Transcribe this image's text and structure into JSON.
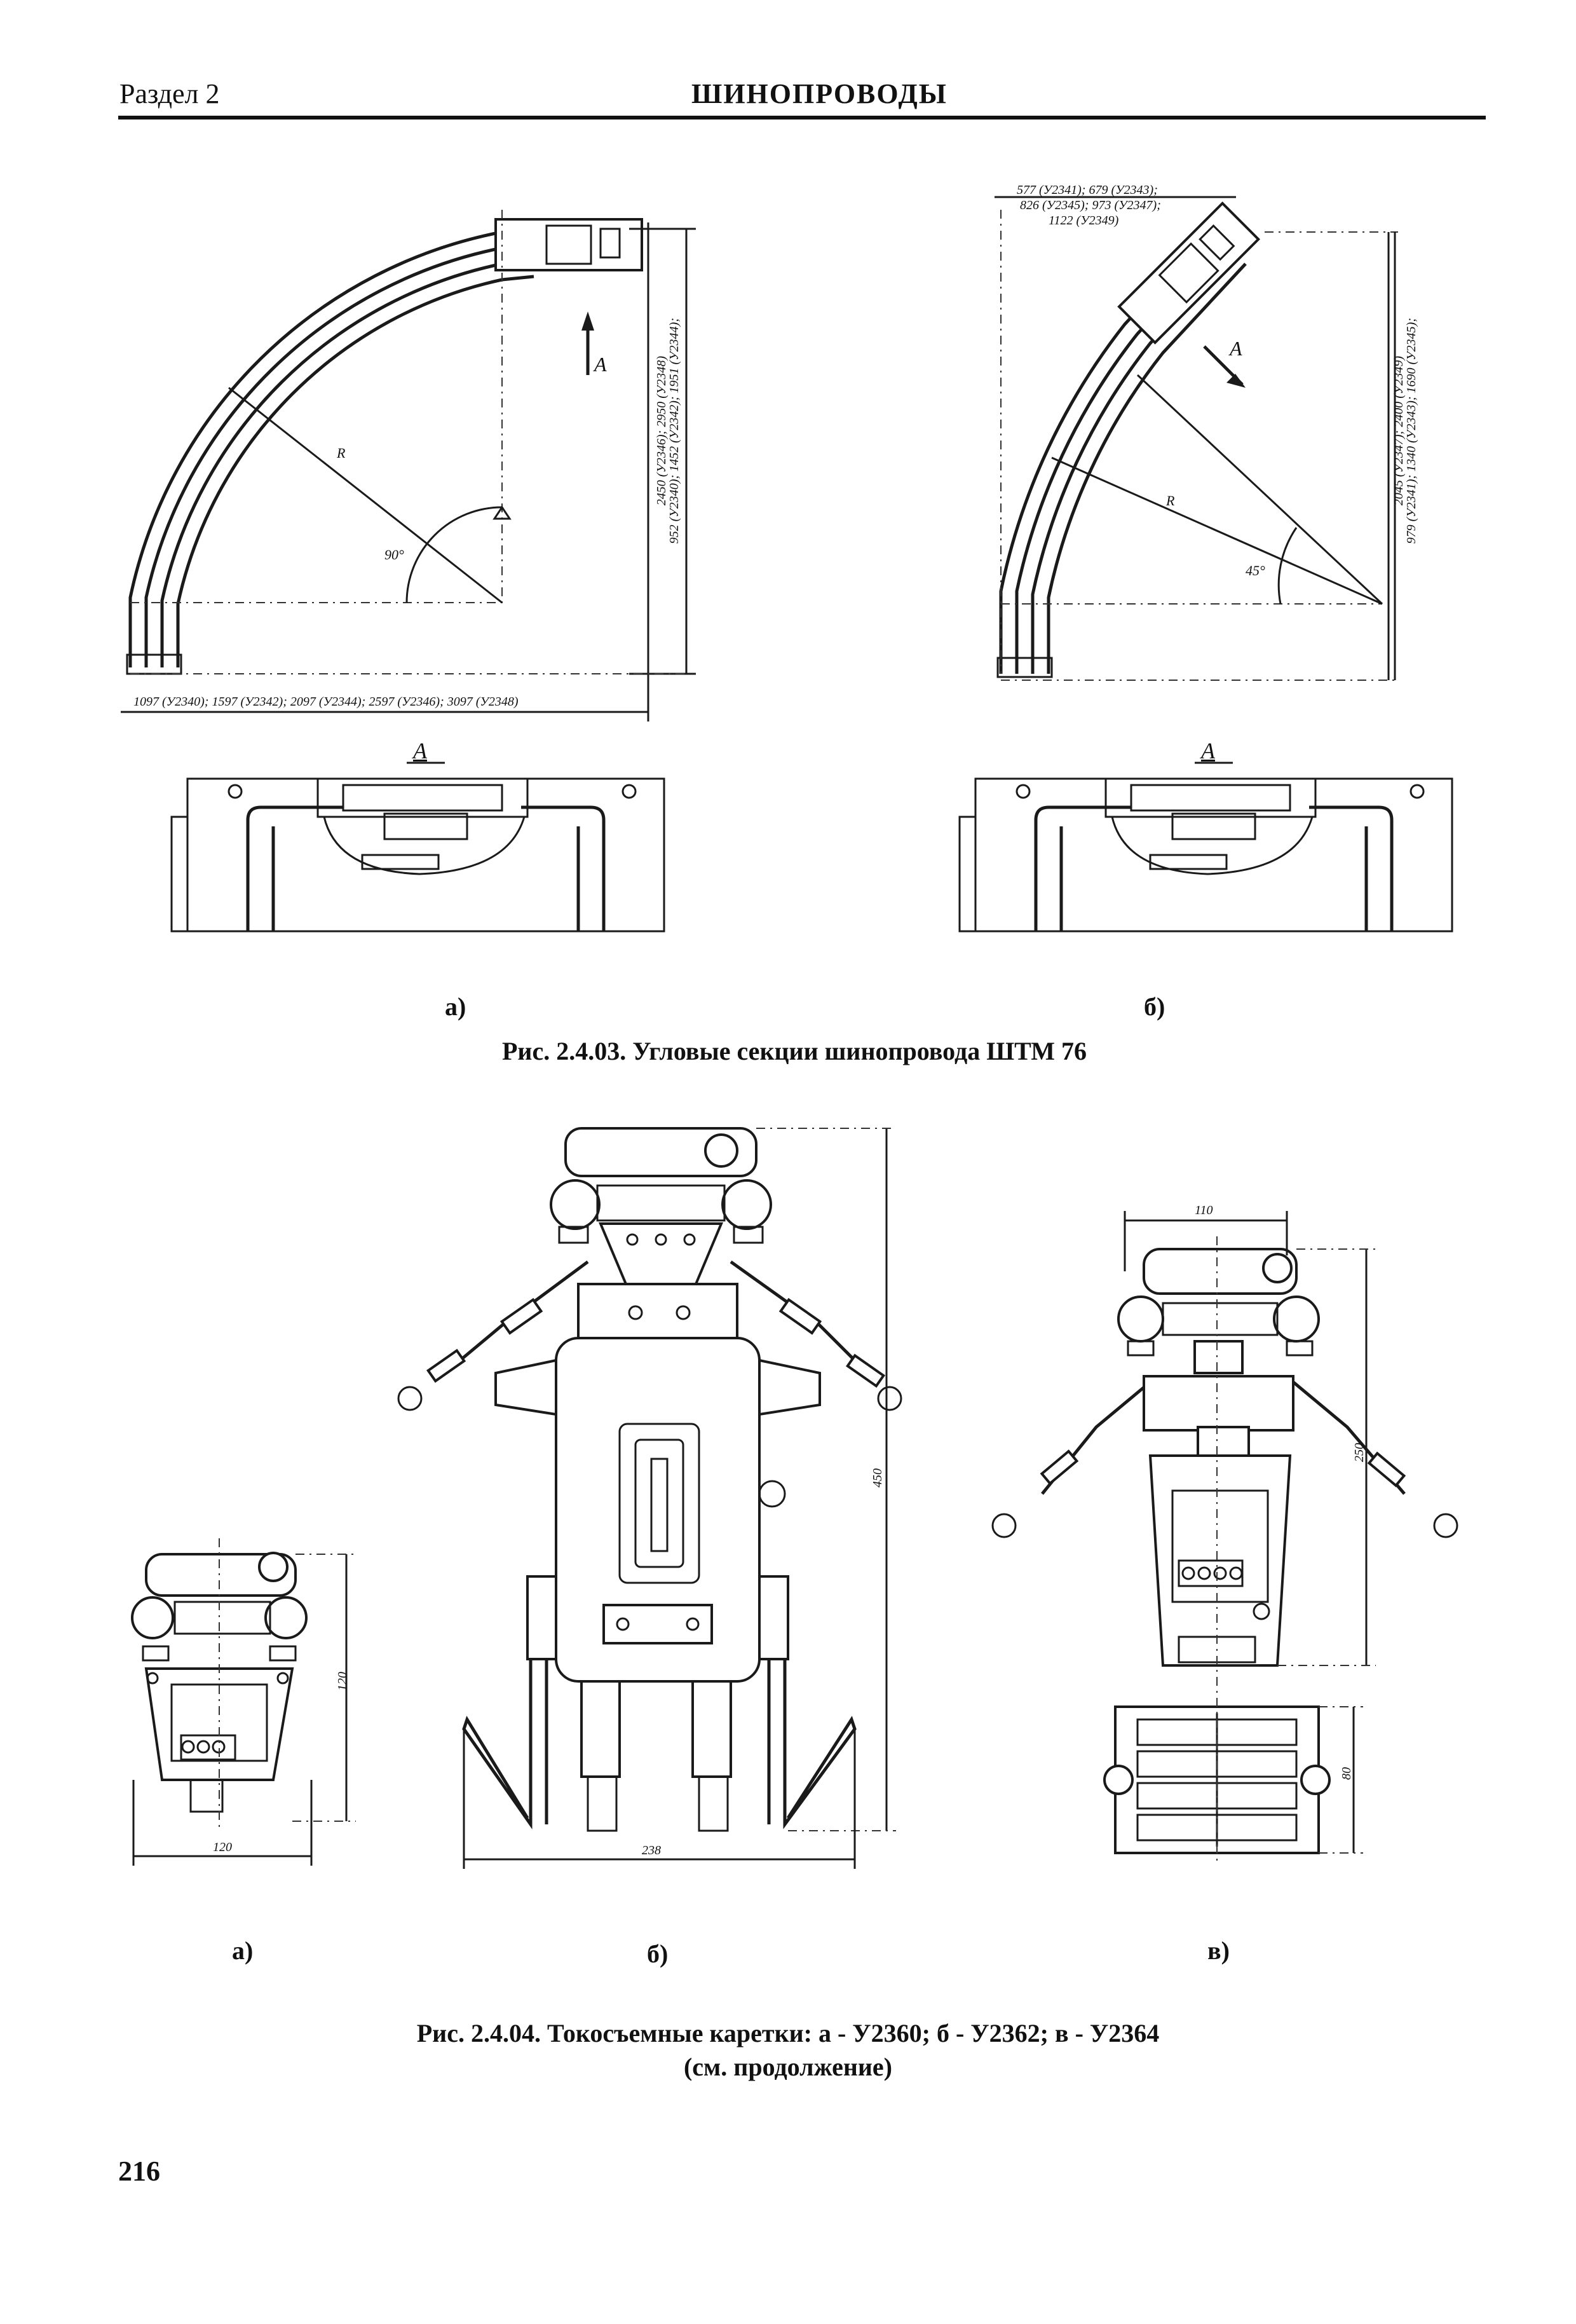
{
  "header": {
    "section": "Раздел 2",
    "title": "ШИНОПРОВОДЫ"
  },
  "figure1": {
    "caption": "Рис. 2.4.03. Угловые секции шинопровода ШТМ 76",
    "label_a": "а)",
    "label_b": "б)",
    "view_label_a": "A",
    "view_label_b": "A",
    "arrow_label_a": "A",
    "arrow_label_b": "A",
    "radius_label_a": "R",
    "radius_label_b": "R",
    "angle_a": "90°",
    "angle_b": "45°",
    "dim_a_horizontal": "1097 (У2340); 1597 (У2342); 2097 (У2344); 2597 (У2346); 3097 (У2348)",
    "dim_a_vertical_1": "952 (У2340); 1452 (У2342); 1951 (У2344);",
    "dim_a_vertical_2": "2450 (У2346); 2950 (У2348)",
    "dim_b_top_1": "577 (У2341); 679 (У2343);",
    "dim_b_top_2": "826 (У2345); 973 (У2347);",
    "dim_b_top_3": "1122 (У2349)",
    "dim_b_vertical_1": "979 (У2341); 1340 (У2343); 1690 (У2345);",
    "dim_b_vertical_2": "2045 (У2347); 2400 (У2349)"
  },
  "figure2": {
    "caption_line1": "Рис. 2.4.04. Токосъемные каретки: а - У2360; б - У2362; в - У2364",
    "caption_line2": "(см. продолжение)",
    "label_a": "а)",
    "label_b": "б)",
    "label_c": "в)",
    "dim_a_width": "120",
    "dim_a_height": "120",
    "dim_b_width": "238",
    "dim_b_height": "450",
    "dim_c_width": "110",
    "dim_c_height": "250",
    "dim_c_bottom": "80"
  },
  "footer": {
    "page_number": "216"
  }
}
